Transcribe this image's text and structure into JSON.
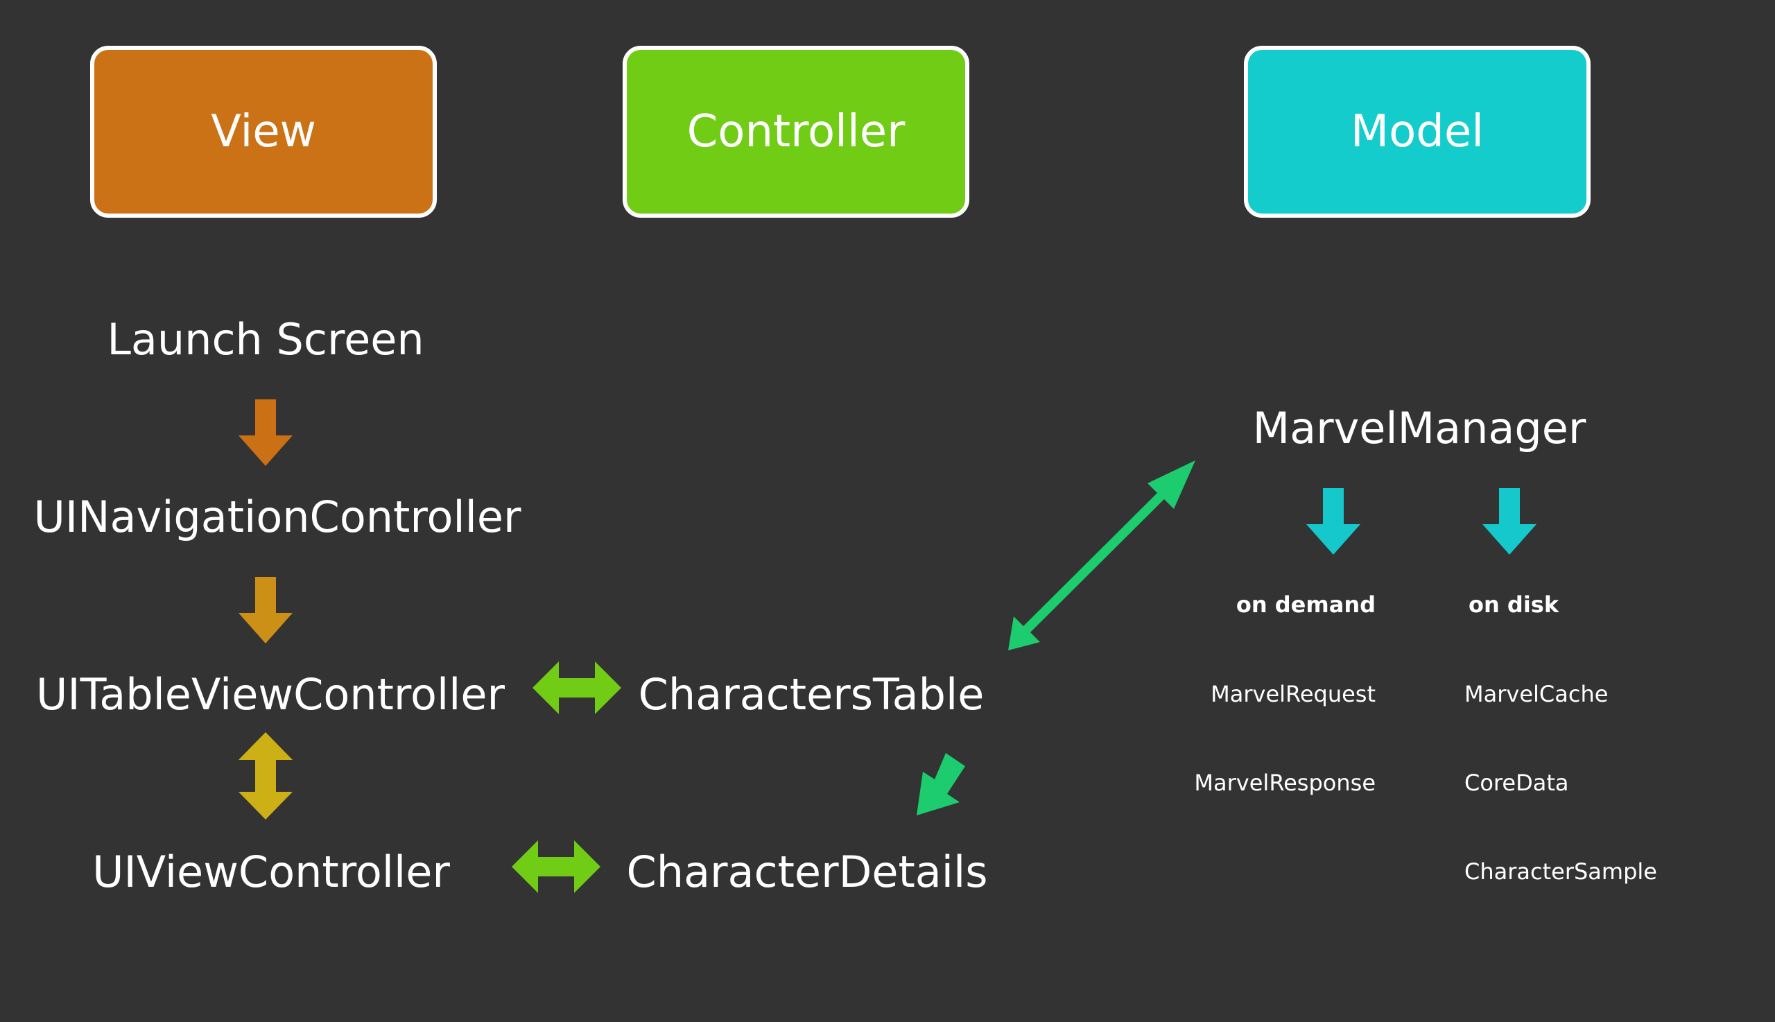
{
  "colors": {
    "background": "#333333",
    "view": "#cc7216",
    "controller": "#71cc16",
    "model": "#14cccc",
    "arrow_orange": "#cc7016",
    "arrow_amber": "#cc9016",
    "arrow_gold": "#ccb016",
    "arrow_green": "#71cc16",
    "arrow_teal_green": "#1ccc6e",
    "arrow_cyan": "#14c8cc"
  },
  "headers": {
    "view": "View",
    "controller": "Controller",
    "model": "Model"
  },
  "view_column": {
    "launch_screen": "Launch Screen",
    "navigation_controller": "UINavigationController",
    "table_view_controller": "UITableViewController",
    "view_controller": "UIViewController"
  },
  "controller_column": {
    "characters_table": "CharactersTable",
    "character_details": "CharacterDetails"
  },
  "model_column": {
    "manager": "MarvelManager",
    "on_demand": {
      "label": "on demand",
      "items": [
        "MarvelRequest",
        "MarvelResponse"
      ]
    },
    "on_disk": {
      "label": "on disk",
      "items": [
        "MarvelCache",
        "CoreData",
        "CharacterSample"
      ]
    }
  }
}
